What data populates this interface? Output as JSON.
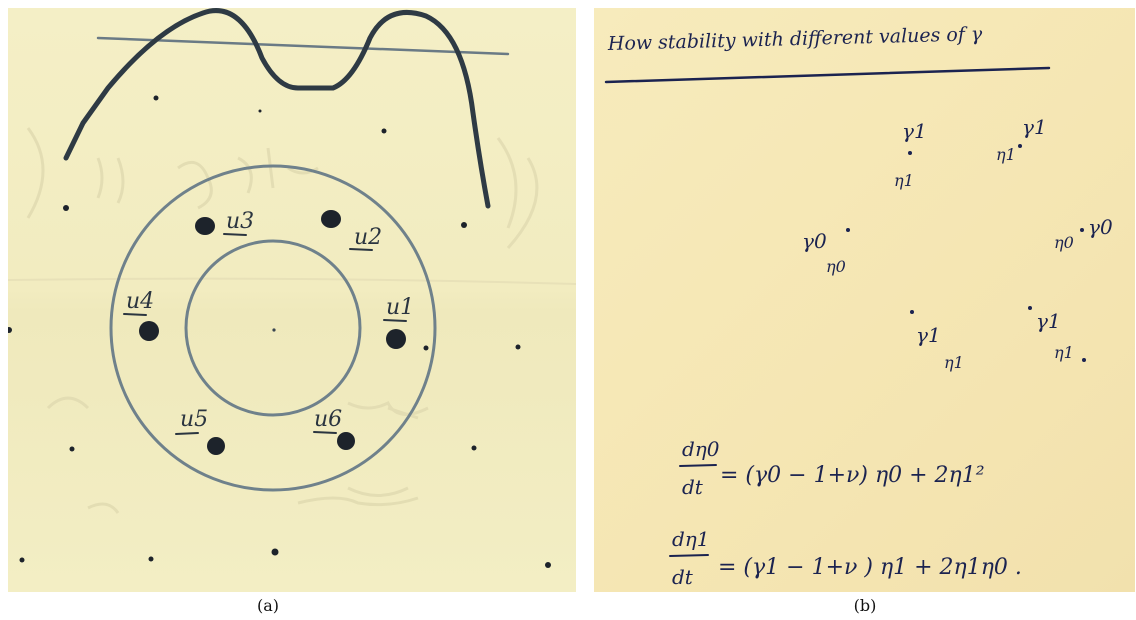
{
  "figure": {
    "panel_a": {
      "caption": "(a)",
      "mode_labels": [
        "u3",
        "u2",
        "u4",
        "u1",
        "u5",
        "u6"
      ]
    },
    "panel_b": {
      "caption": "(b)",
      "heading": "How stability with different values of γ",
      "markers": [
        "γ1",
        "η1",
        "γ1",
        "η1",
        "γ0",
        "η0",
        "η0",
        "γ0",
        "γ1",
        "η1",
        "γ1",
        "η1"
      ],
      "equation_1": {
        "numerator": "dη0",
        "denominator": "dt",
        "rhs": "= (γ0 − 1+ν) η0 + 2η1²"
      },
      "equation_2": {
        "numerator": "dη1",
        "denominator": "dt",
        "rhs": "= (γ1 − 1+ν ) η1 + 2η1η0 ."
      }
    },
    "colors": {
      "paper_a": "#f3eec4",
      "paper_b": "#f5e6b3",
      "ink_a": "#2e3a44",
      "ink_b": "#1b2350"
    }
  }
}
